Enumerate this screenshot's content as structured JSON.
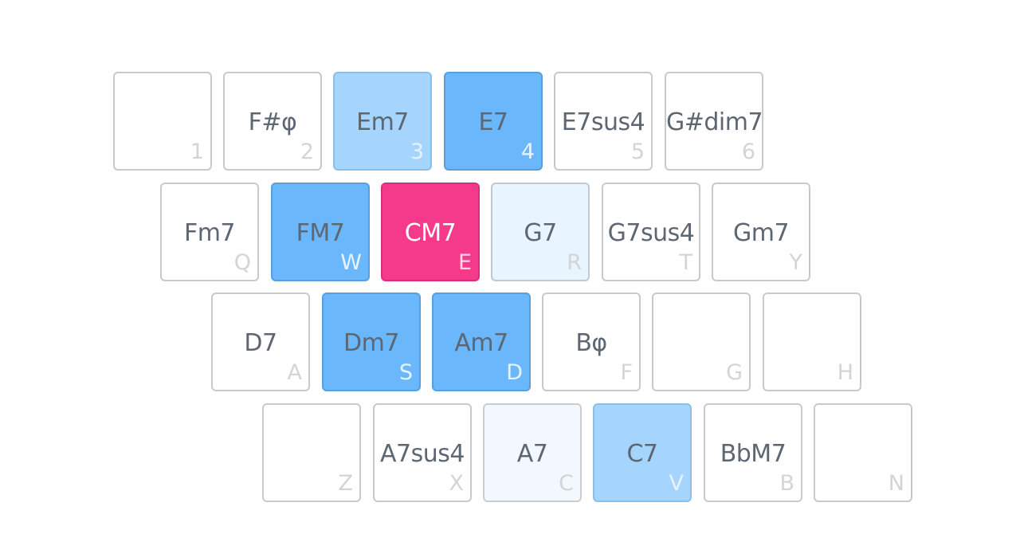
{
  "rows": [
    {
      "keys": [
        {
          "chord": "",
          "hotkey": "1",
          "state": "none"
        },
        {
          "chord": "F#φ",
          "hotkey": "2",
          "state": "none"
        },
        {
          "chord": "Em7",
          "hotkey": "3",
          "state": "mid"
        },
        {
          "chord": "E7",
          "hotkey": "4",
          "state": "strong"
        },
        {
          "chord": "E7sus4",
          "hotkey": "5",
          "state": "none"
        },
        {
          "chord": "G#dim7",
          "hotkey": "6",
          "state": "none"
        }
      ]
    },
    {
      "keys": [
        {
          "chord": "Fm7",
          "hotkey": "Q",
          "state": "none"
        },
        {
          "chord": "FM7",
          "hotkey": "W",
          "state": "strong"
        },
        {
          "chord": "CM7",
          "hotkey": "E",
          "state": "active"
        },
        {
          "chord": "G7",
          "hotkey": "R",
          "state": "light"
        },
        {
          "chord": "G7sus4",
          "hotkey": "T",
          "state": "none"
        },
        {
          "chord": "Gm7",
          "hotkey": "Y",
          "state": "none"
        }
      ]
    },
    {
      "keys": [
        {
          "chord": "D7",
          "hotkey": "A",
          "state": "none"
        },
        {
          "chord": "Dm7",
          "hotkey": "S",
          "state": "strong"
        },
        {
          "chord": "Am7",
          "hotkey": "D",
          "state": "strong"
        },
        {
          "chord": "Bφ",
          "hotkey": "F",
          "state": "none"
        },
        {
          "chord": "",
          "hotkey": "G",
          "state": "none"
        },
        {
          "chord": "",
          "hotkey": "H",
          "state": "none"
        }
      ]
    },
    {
      "keys": [
        {
          "chord": "",
          "hotkey": "Z",
          "state": "none"
        },
        {
          "chord": "A7sus4",
          "hotkey": "X",
          "state": "none"
        },
        {
          "chord": "A7",
          "hotkey": "C",
          "state": "faint"
        },
        {
          "chord": "C7",
          "hotkey": "V",
          "state": "mid"
        },
        {
          "chord": "BbM7",
          "hotkey": "B",
          "state": "none"
        },
        {
          "chord": "",
          "hotkey": "N",
          "state": "none"
        }
      ]
    }
  ],
  "colors": {
    "active": "#f53a8c",
    "strong": "#6ab8fb",
    "mid": "#a5d4fc",
    "light": "#e8f4fe",
    "faint": "#f2f8fe",
    "border": "#c9c9c9",
    "chord_text": "#5d6673",
    "hotkey_text": "#d4d4d4"
  }
}
